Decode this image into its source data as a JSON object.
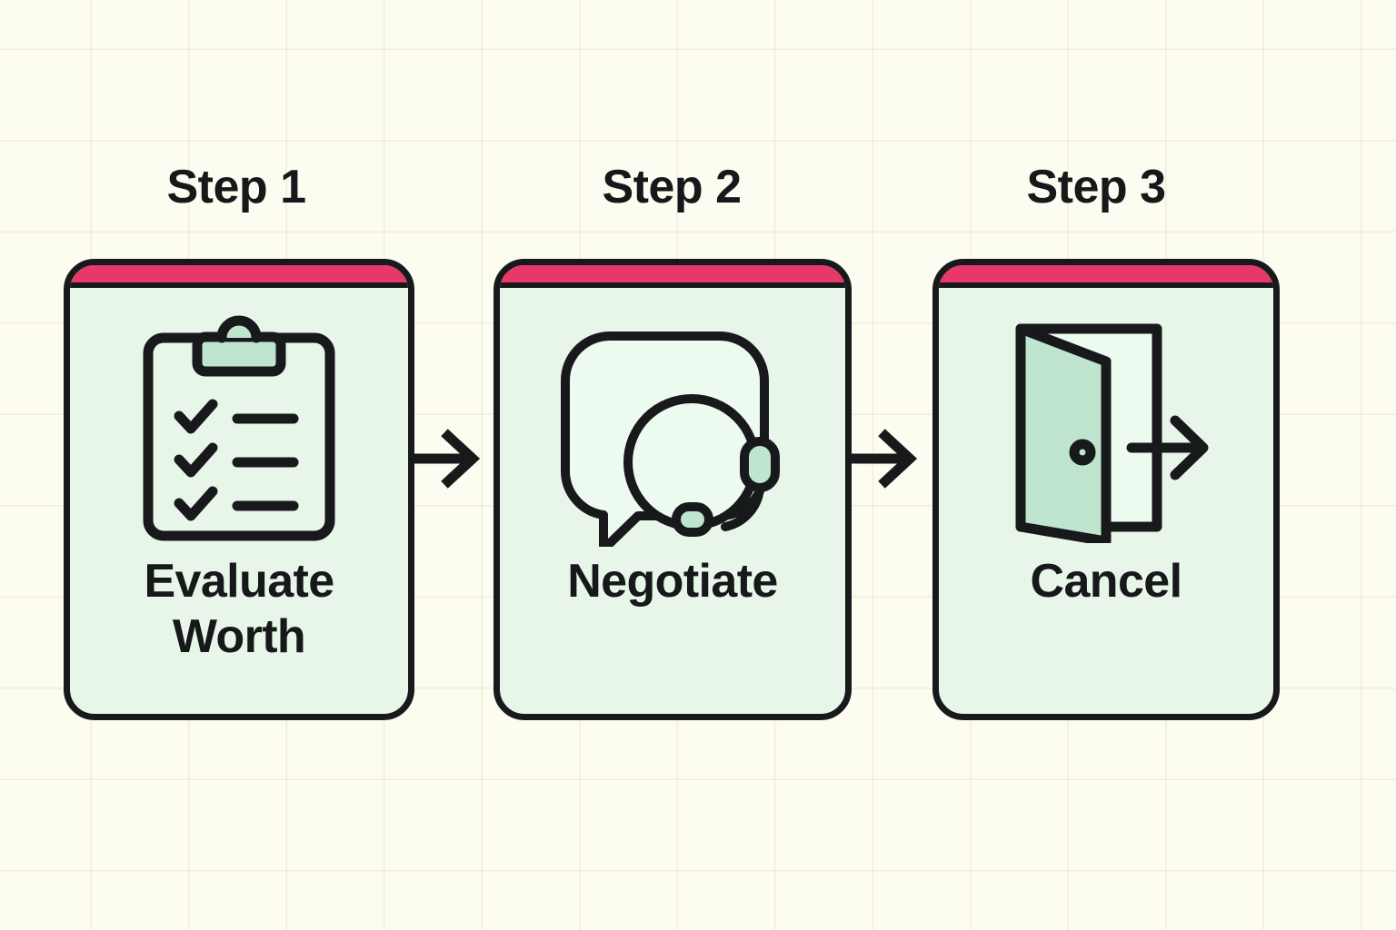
{
  "page": {
    "title": "Three step process flow",
    "background_color": "#fcfcf0",
    "grid": "on"
  },
  "theme": {
    "outline_color": "#17191b",
    "card_fill": "#e7f6e9",
    "accent_bar_color": "#e8386a",
    "icon_fill": "#bfe5cf",
    "text_color": "#16181a",
    "grid_line_color": "#e6e0cf"
  },
  "steps": [
    {
      "heading": "Step 1",
      "label": "Evaluate Worth",
      "label_lines": [
        "Evaluate",
        "Worth"
      ],
      "icon_name": "clipboard-checklist-icon",
      "checklist_items": 3
    },
    {
      "heading": "Step 2",
      "label": "Negotiate",
      "label_lines": [
        "Negotiate"
      ],
      "icon_name": "headset-speech-bubble-icon"
    },
    {
      "heading": "Step 3",
      "label": "Cancel",
      "label_lines": [
        "Cancel"
      ],
      "icon_name": "exit-door-arrow-icon"
    }
  ],
  "connectors": [
    {
      "name": "arrow-step1-to-step2",
      "icon_name": "arrow-right-icon"
    },
    {
      "name": "arrow-step2-to-step3",
      "icon_name": "arrow-right-icon"
    }
  ]
}
